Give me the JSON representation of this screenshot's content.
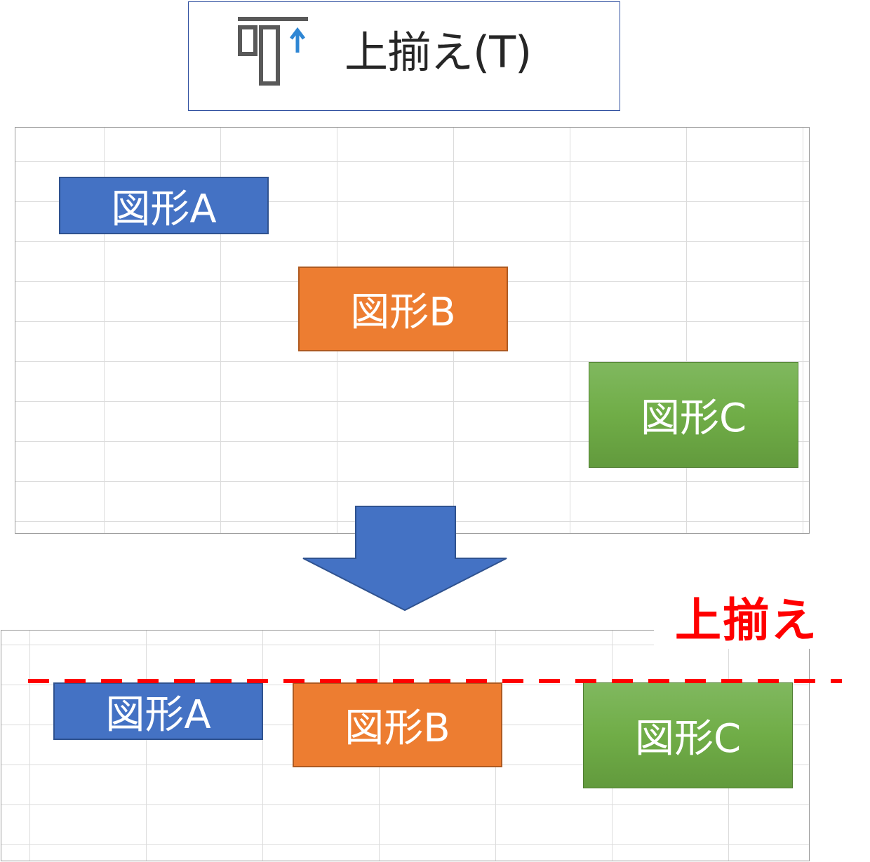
{
  "menu_item": {
    "icon": "align-top-icon",
    "label": "上揃え(T)"
  },
  "before": {
    "shapes": [
      {
        "label": "図形A",
        "color": "#4472c4"
      },
      {
        "label": "図形B",
        "color": "#ed7d31"
      },
      {
        "label": "図形C",
        "color": "#70ad47"
      }
    ]
  },
  "after": {
    "label": "上揃え",
    "shapes": [
      {
        "label": "図形A",
        "color": "#4472c4"
      },
      {
        "label": "図形B",
        "color": "#ed7d31"
      },
      {
        "label": "図形C",
        "color": "#70ad47"
      }
    ]
  },
  "colors": {
    "arrow": "#4472c4",
    "guide_line": "#ff0000",
    "menu_border": "#2f4fa0"
  }
}
